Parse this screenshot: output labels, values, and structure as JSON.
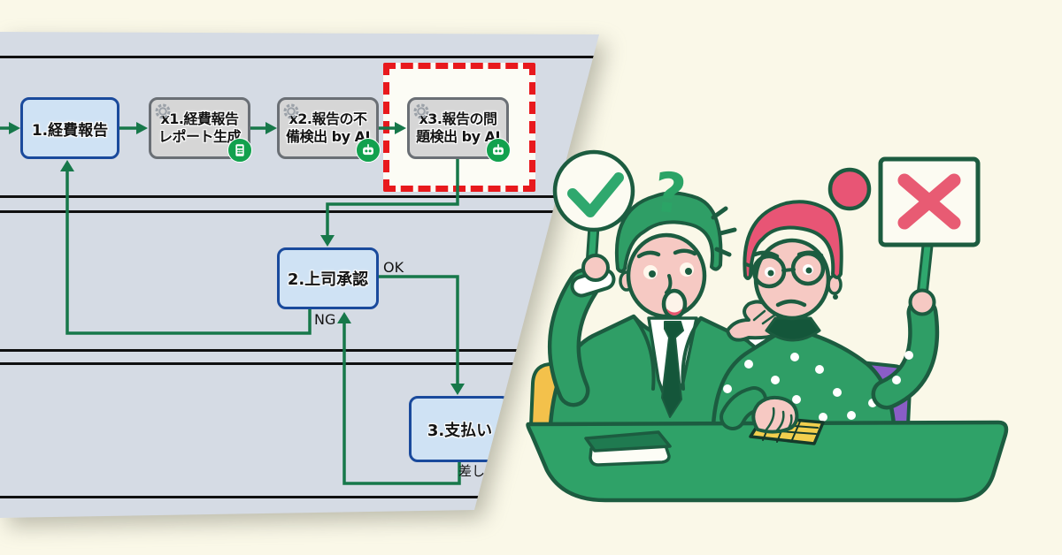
{
  "diagram": {
    "nodes": {
      "expense_report": {
        "label": "1.経費報告"
      },
      "x1": {
        "line1": "x1.経費報告",
        "line2": "レポート生成"
      },
      "x2": {
        "line1": "x2.報告の不",
        "line2": "備検出 by AI"
      },
      "x3": {
        "line1": "x3.報告の問",
        "line2": "題検出 by AI"
      },
      "approval": {
        "label": "2.上司承認"
      },
      "payment": {
        "label": "3.支払い"
      }
    },
    "edge_labels": {
      "ok": "OK",
      "ng": "NG",
      "remand": "差し戻し"
    }
  },
  "illustration": {
    "question_mark": "?",
    "icons": {
      "approve_sign": "check-mark",
      "reject_sign": "cross-mark",
      "task_gear": "gear",
      "x1_badge": "calculator",
      "x2_badge": "robot",
      "x3_badge": "robot"
    }
  },
  "colors": {
    "cream": "#faf8e8",
    "lane_bg": "#d5dbe4",
    "lane_line": "#101010",
    "connector_green": "#17784a",
    "highlight_red": "#e8191d",
    "blue_fill": "#cfe2f4",
    "blue_border": "#1a4a9c",
    "gray_fill": "#d6d6d6",
    "gray_border": "#6a6f75",
    "badge_green": "#12a14e",
    "ink": "#141414",
    "outline_green": "#1c5c40",
    "figure_green": "#2f9e66",
    "bright_green": "#2fa86e",
    "skin": "#f6c9c3",
    "pink": "#e85575",
    "pink_red": "#e8556e",
    "yellow": "#f3c14b",
    "purple": "#8a5dc6",
    "sign_white": "#fcfbf2"
  }
}
